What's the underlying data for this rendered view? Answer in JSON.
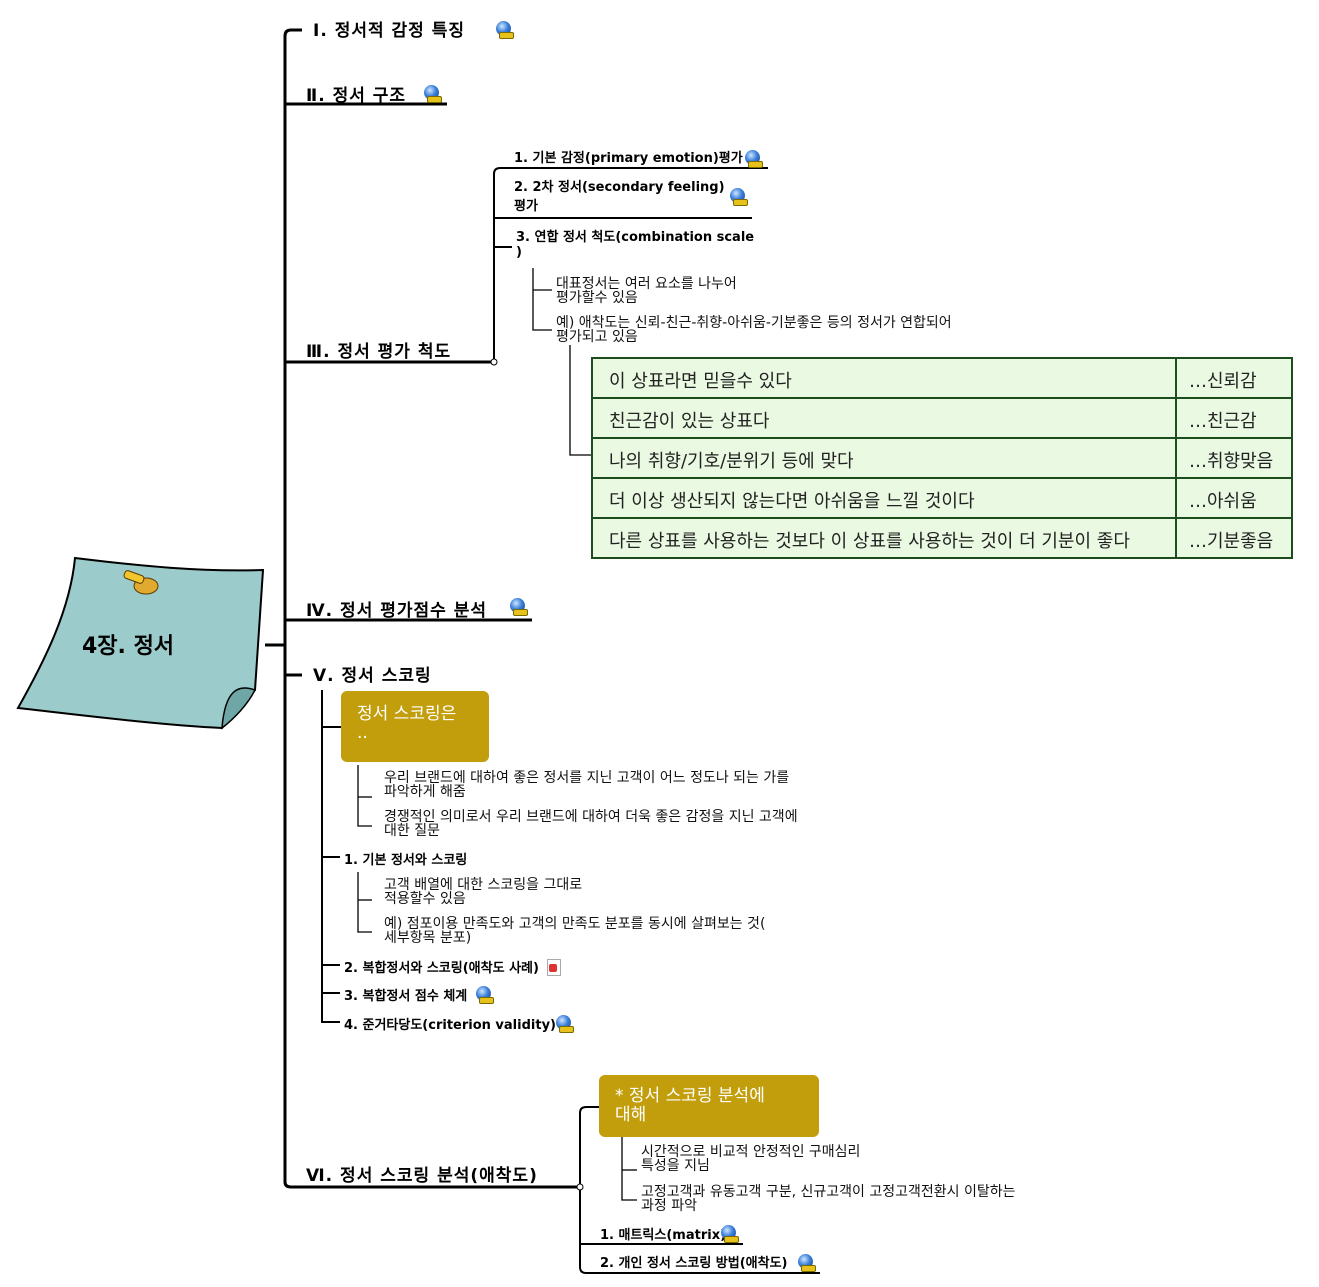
{
  "central": {
    "title": "4장. 정서",
    "color": "#9ccbcb"
  },
  "branches": {
    "b1": {
      "label": "Ⅰ. 정서적 감정 특징",
      "icon": "globe-link-icon"
    },
    "b2": {
      "label": "Ⅱ. 정서 구조",
      "icon": "globe-link-icon"
    },
    "b3": {
      "label": "Ⅲ. 정서 평가 척도",
      "children": [
        {
          "label": "1. 기본 감정(primary emotion)평가",
          "icon": "globe-link-icon"
        },
        {
          "label1": "2. 2차 정서(secondary feeling)",
          "label2": "평가",
          "icon": "globe-link-icon"
        },
        {
          "label1": "3. 연합 정서 척도(combination scale",
          "label2": ")"
        }
      ],
      "notes": [
        {
          "line1": "대표정서는 여러 요소를 나누어",
          "line2": "평가할수 있음"
        },
        {
          "line1": "예) 애착도는 신뢰-친근-취향-아쉬움-기분좋은 등의 정서가 연합되어",
          "line2": "평가되고 있음"
        }
      ],
      "table": [
        {
          "statement": "이 상표라면 믿을수 있다",
          "emotion": "…신뢰감"
        },
        {
          "statement": "친근감이 있는 상표다",
          "emotion": "…친근감"
        },
        {
          "statement": "나의 취향/기호/분위기 등에 맞다",
          "emotion": "…취향맞음"
        },
        {
          "statement": "더 이상 생산되지 않는다면 아쉬움을 느낄 것이다",
          "emotion": "…아쉬움"
        },
        {
          "statement": "다른 상표를 사용하는 것보다 이 상표를 사용하는 것이 더 기분이 좋다",
          "emotion": "…기분좋음"
        }
      ]
    },
    "b4": {
      "label": "Ⅳ. 정서 평가점수 분석",
      "icon": "globe-link-icon"
    },
    "b5": {
      "label": "Ⅴ. 정서 스코링",
      "callout": {
        "line1": "정서 스코링은",
        "line2": ".."
      },
      "callout_notes": [
        {
          "line1": "우리 브랜드에 대하여 좋은 정서를 지닌 고객이 어느 정도나 되는 가를",
          "line2": "파악하게 해줌"
        },
        {
          "line1": "경쟁적인 의미로서 우리 브랜드에 대하여 더욱 좋은 감정을 지닌 고객에",
          "line2": "대한 질문"
        }
      ],
      "sub1": {
        "label": "1. 기본 정서와 스코링"
      },
      "sub1_notes": [
        {
          "line1": "고객 배열에 대한 스코링을 그대로",
          "line2": "적용할수 있음"
        },
        {
          "line1": "예) 점포이용 만족도와 고객의 만족도 분포를 동시에 살펴보는 것(",
          "line2": "세부항목 분포)"
        }
      ],
      "sub2": {
        "label": "2. 복합정서와 스코링(애착도 사례)",
        "icon": "pdf-attachment-icon"
      },
      "sub3": {
        "label": "3. 복합정서 점수 체계",
        "icon": "globe-link-icon"
      },
      "sub4": {
        "label": "4. 준거타당도(criterion validity)",
        "icon": "globe-link-icon"
      }
    },
    "b6": {
      "label": "Ⅵ. 정서 스코링 분석(애착도)",
      "callout": {
        "line1": "* 정서 스코링 분석에",
        "line2": "대해"
      },
      "callout_notes": [
        {
          "line1": "시간적으로 비교적 안정적인 구매심리",
          "line2": "특성을 지님"
        },
        {
          "line1": "고정고객과 유동고객 구분, 신규고객이 고정고객전환시 이탈하는",
          "line2": "과정 파악"
        }
      ],
      "sub1": {
        "label": "1. 매트릭스(matrix)",
        "icon": "globe-link-icon"
      },
      "sub2": {
        "label": "2. 개인 정서 스코링 방법(애착도)",
        "icon": "globe-link-icon"
      }
    }
  },
  "colors": {
    "callout": "#c39e0c",
    "table_bg": "#eaf9e2",
    "table_border": "#1d4d1d"
  }
}
